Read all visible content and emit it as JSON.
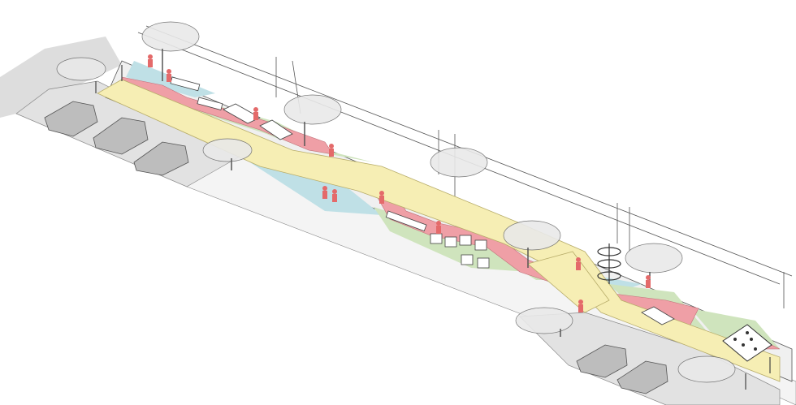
{
  "diagram": {
    "type": "isometric street redesign illustration",
    "colors": {
      "path": "#f6eeb4",
      "path_stroke": "#b8ad6a",
      "red_path": "#ef9fa6",
      "green_zone": "#cfe4bd",
      "blue_zone": "#bfe0e6",
      "ground": "#dcdcdc",
      "sidewalk": "#ffffff",
      "people": "#e46a6a",
      "tree_canopy": "#e9e9e9",
      "outline": "#444444"
    },
    "elements": [
      "parked-cars",
      "trees",
      "benches",
      "planters",
      "pedestrians",
      "bicycle-rack",
      "climbing-wall",
      "street-lamps"
    ]
  }
}
